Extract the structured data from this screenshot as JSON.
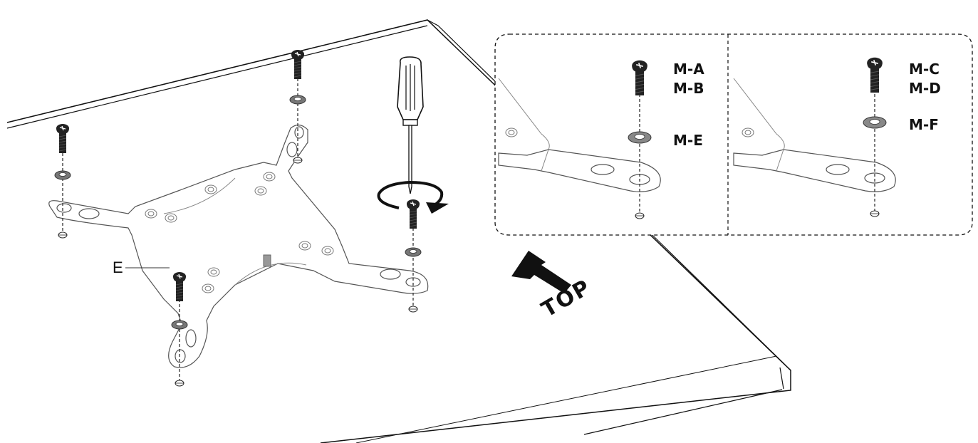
{
  "labels": {
    "bracket": "E",
    "orientation": "TOP"
  },
  "detail_left": {
    "screws": [
      "M-A",
      "M-B"
    ],
    "washer": "M-E"
  },
  "detail_right": {
    "screws": [
      "M-C",
      "M-D"
    ],
    "washer": "M-F"
  },
  "colors": {
    "line": "#111111",
    "part_fill": "#ffffff",
    "screw": "#222222",
    "washer": "#888888"
  },
  "icons": [
    "screwdriver-icon",
    "rotate-arrow-icon",
    "up-arrow-icon"
  ]
}
